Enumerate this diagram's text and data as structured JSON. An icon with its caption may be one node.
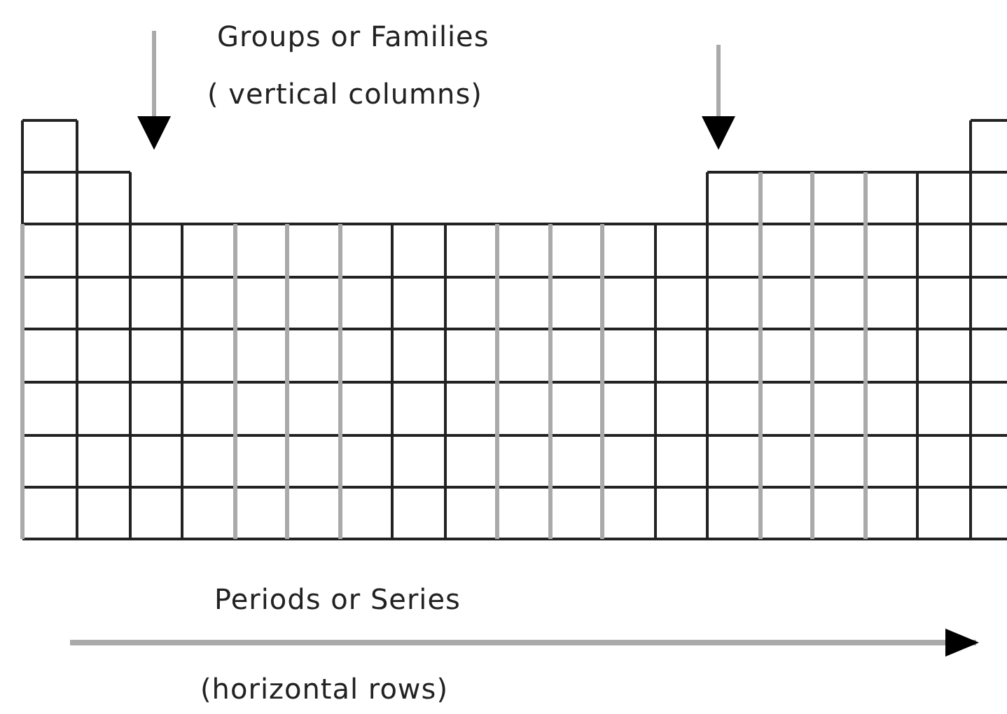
{
  "diagram": {
    "labels": [
      "Groups or Families",
      "( vertical columns)",
      "Periods or Series",
      "(horizontal rows)"
    ]
  }
}
